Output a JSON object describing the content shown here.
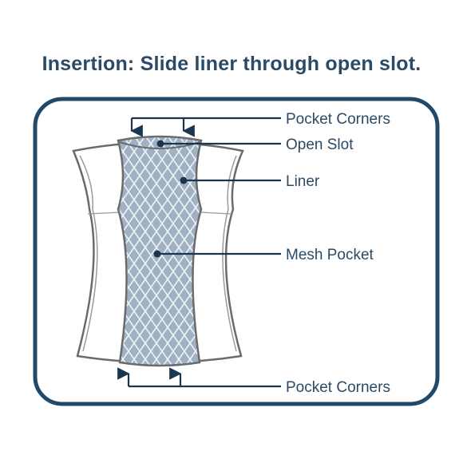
{
  "title": "Insertion: Slide liner through open slot.",
  "labels": {
    "pocket_corners_top": "Pocket Corners",
    "open_slot": "Open Slot",
    "liner": "Liner",
    "mesh_pocket": "Mesh Pocket",
    "pocket_corners_bottom": "Pocket Corners"
  },
  "colors": {
    "frame": "#1f4a6c",
    "text": "#2a4a66",
    "outline": "#6b6b6b",
    "mesh": "#9fb1c3",
    "annotation": "#1a3550"
  }
}
